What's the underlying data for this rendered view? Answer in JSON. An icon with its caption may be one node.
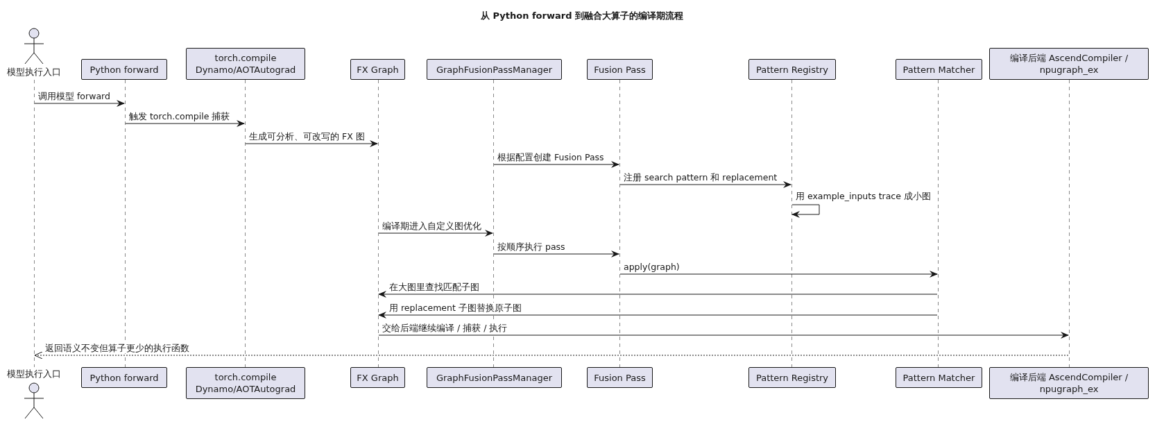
{
  "diagram": {
    "title": "从 Python forward 到融合大算子的编译期流程",
    "nodes": [
      {
        "text": [
          "模型执行入口"
        ]
      },
      {
        "text": [
          "Python forward"
        ]
      },
      {
        "text": [
          "torch.compile Dynamo/AOTAutograd"
        ]
      },
      {
        "text": [
          "FX Graph"
        ]
      },
      {
        "text": [
          "GraphFusionPassManager"
        ]
      },
      {
        "text": [
          "Fusion Pass"
        ]
      },
      {
        "text": [
          "Pattern Registry"
        ]
      },
      {
        "text": [
          "Pattern Matcher"
        ]
      },
      {
        "text": [
          "编译后端 AscendCompiler / npugraph_ex"
        ]
      },
      {
        "text": [],
        "shape": "line"
      },
      {
        "text": [],
        "shape": "line"
      },
      {
        "text": [],
        "shape": "line"
      },
      {
        "text": [],
        "shape": "line"
      },
      {
        "text": [],
        "shape": "line"
      },
      {
        "text": [],
        "shape": "line"
      },
      {
        "text": [],
        "shape": "line"
      },
      {
        "text": [],
        "shape": "line"
      },
      {
        "text": [],
        "shape": "line"
      },
      {
        "text": [
          "模型执行入口"
        ]
      },
      {
        "text": [
          "Python forward"
        ]
      },
      {
        "text": [
          "torch.compile Dynamo/AOTAutograd"
        ]
      },
      {
        "text": [
          "FX Graph"
        ]
      },
      {
        "text": [
          "GraphFusionPassManager"
        ]
      },
      {
        "text": [
          "Fusion Pass"
        ]
      },
      {
        "text": [
          "Pattern Registry"
        ]
      },
      {
        "text": [
          "Pattern Matcher"
        ]
      },
      {
        "text": [
          "编译后端 AscendCompiler / npugraph_ex"
        ]
      }
    ],
    "edges": [
      {
        "from": 9,
        "to": 10,
        "arrow": "to",
        "label": "调用模型 forward"
      },
      {
        "from": 10,
        "to": 11,
        "arrow": "to",
        "label": "触发 torch.compile 捕获"
      },
      {
        "from": 11,
        "to": 12,
        "arrow": "to",
        "label": "生成可分析、可改写的 FX 图"
      },
      {
        "from": 13,
        "to": 14,
        "arrow": "to",
        "label": "根据配置创建 Fusion Pass"
      },
      {
        "from": 14,
        "to": 15,
        "arrow": "to",
        "label": "注册 search pattern 和 replacement"
      },
      {
        "from": 15,
        "to": 15,
        "arrow": "to",
        "label": "用 example_inputs trace 成小图"
      },
      {
        "from": 12,
        "to": 13,
        "arrow": "to",
        "label": "编译期进入自定义图优化"
      },
      {
        "from": 13,
        "to": 14,
        "arrow": "to",
        "label": "按顺序执行 pass"
      },
      {
        "from": 14,
        "to": 16,
        "arrow": "to",
        "label": "apply(graph)"
      },
      {
        "from": 16,
        "to": 12,
        "arrow": "to",
        "label": "在大图里查找匹配子图"
      },
      {
        "from": 16,
        "to": 12,
        "arrow": "to",
        "label": "用 replacement 子图替换原子图"
      },
      {
        "from": 12,
        "to": 17,
        "arrow": "to",
        "label": "交给后端继续编译 / 捕获 / 执行"
      },
      {
        "from": 17,
        "to": 9,
        "arrow": "to",
        "label": "返回语义不变但算子更少的执行函数",
        "style": "dashed"
      }
    ]
  }
}
